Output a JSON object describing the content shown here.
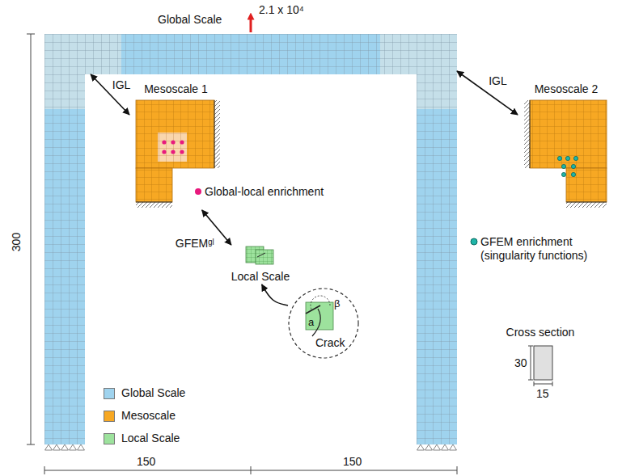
{
  "diagram": {
    "nodes": [
      {
        "text": [
          "Global Scale"
        ]
      },
      {
        "text": [
          "Mesoscale 1"
        ]
      },
      {
        "text": [
          "Mesoscale 2"
        ]
      },
      {
        "text": [
          "Local Scale"
        ]
      },
      {
        "text": [
          "a",
          "β",
          "Crack"
        ]
      }
    ],
    "edges": [
      {
        "from": 0,
        "to": 1,
        "arrow": "both",
        "label": "IGL"
      },
      {
        "from": 0,
        "to": 2,
        "arrow": "both",
        "label": "IGL"
      },
      {
        "from": 1,
        "to": 3,
        "arrow": "both",
        "label": "GFEMᵍˡ"
      },
      {
        "from": 4,
        "to": 3,
        "arrow": "to"
      }
    ],
    "labels": [
      "2.1 x 10⁴",
      "Global-local enrichment",
      "GFEM enrichment (singularity functions)",
      "Cross section",
      "30",
      "15",
      "300",
      "150",
      "150"
    ],
    "legend": [
      {
        "text": "Global Scale",
        "color": "#9fd3ee"
      },
      {
        "text": "Mesoscale",
        "color": "#f7a823"
      },
      {
        "text": "Local Scale",
        "color": "#9de29d"
      }
    ]
  }
}
